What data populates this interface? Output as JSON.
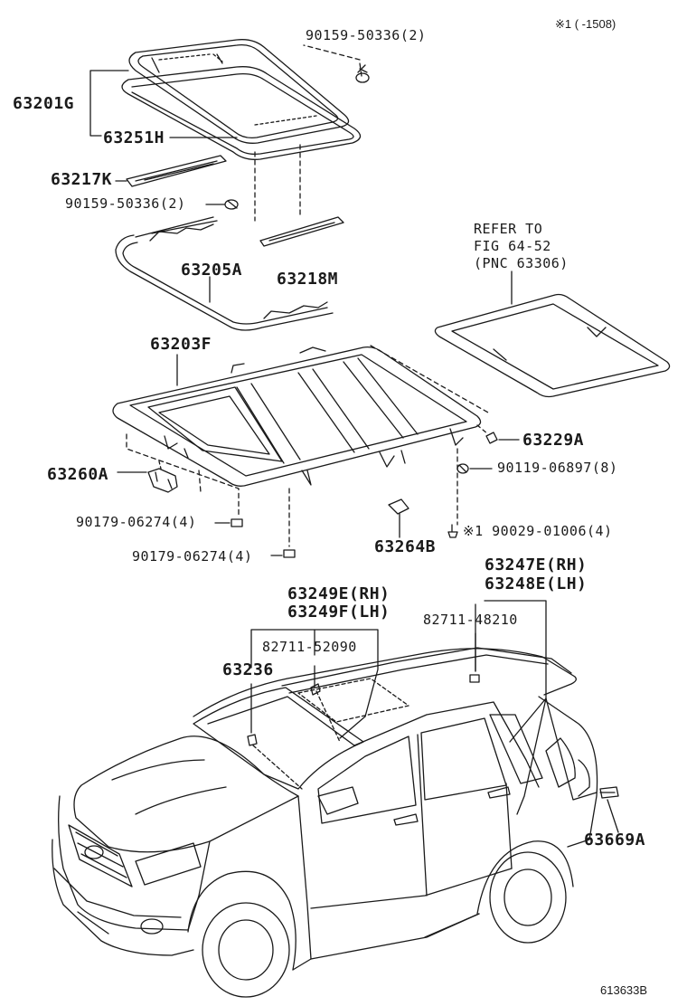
{
  "header_note": "※1 (    -1508)",
  "labels": {
    "p90159_top": "90159-50336(2)",
    "p63201G": "63201G",
    "p63251H": "63251H",
    "p63217K": "63217K",
    "p90159_mid": "90159-50336(2)",
    "refer1": "REFER TO",
    "refer2": "FIG 64-52",
    "refer3": "(PNC 63306)",
    "p63205A": "63205A",
    "p63218M": "63218M",
    "p63203F": "63203F",
    "p63229A": "63229A",
    "p90119": "90119-06897(8)",
    "p63260A": "63260A",
    "p90029": "※1 90029-01006(4)",
    "p90179_a": "90179-06274(4)",
    "p63264B": "63264B",
    "p90179_b": "90179-06274(4)",
    "p63247E": "63247E(RH)",
    "p63248E": "63248E(LH)",
    "p63249E": "63249E(RH)",
    "p63249F": "63249F(LH)",
    "p82711_48210": "82711-48210",
    "p82711_52090": "82711-52090",
    "p63236": "63236",
    "p63669A": "63669A"
  },
  "footer_code": "613633B"
}
